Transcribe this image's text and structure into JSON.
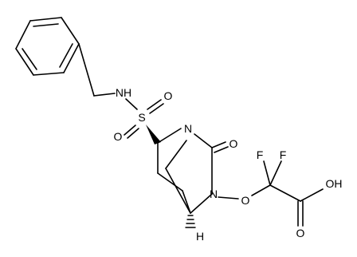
{
  "molecule": {
    "atoms": {
      "nh": "NH",
      "s": "S",
      "o_sulfonyl_top": "O",
      "o_sulfonyl_bottom": "O",
      "n_bridge_top": "N",
      "n_bridge_mid": "N",
      "o_carbonyl": "O",
      "o_ether": "O",
      "f_left": "F",
      "f_right": "F",
      "oh": "OH",
      "o_acid": "O",
      "h_stereo": "H"
    }
  },
  "colors": {
    "bond": "#000000",
    "label": "#000000",
    "background": "#ffffff"
  }
}
